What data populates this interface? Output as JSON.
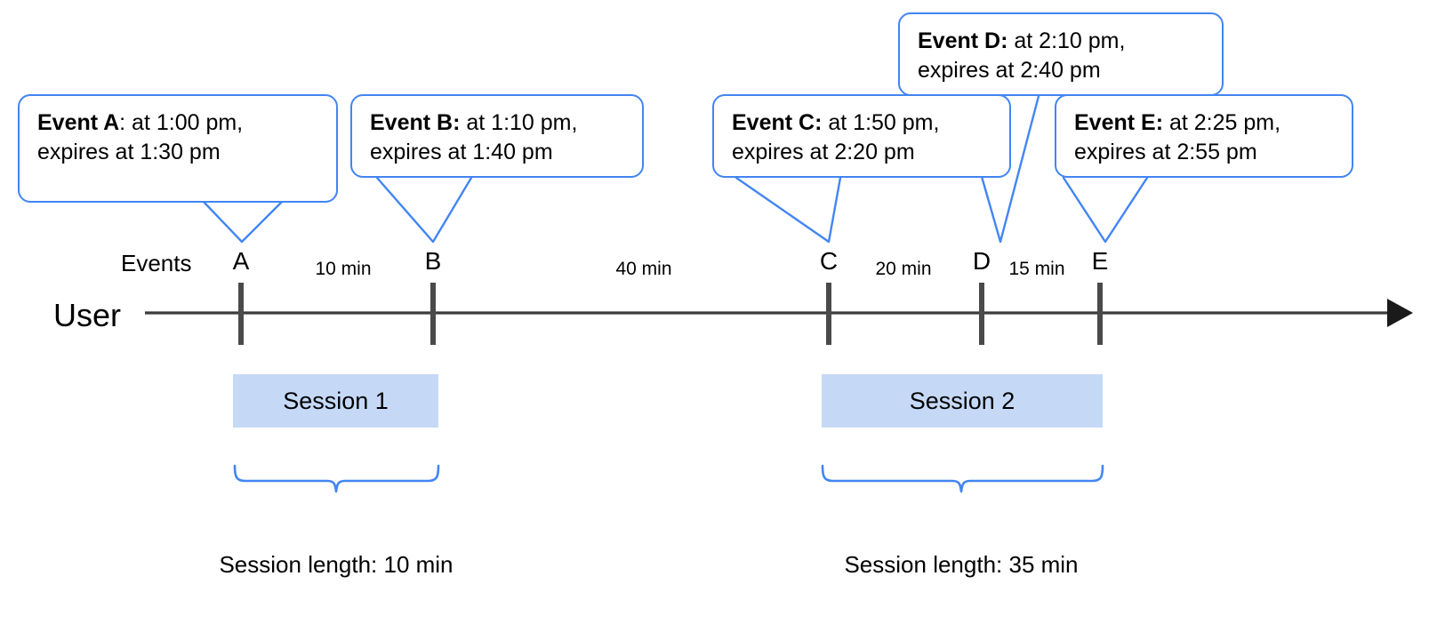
{
  "diagram": {
    "title": "User session timeline with expiring events",
    "accent_color": "#4285f4",
    "session_fill_color": "#c5d9f7",
    "axis_color": "#3c3c3c",
    "text_color": "#000000"
  },
  "axis": {
    "row_label_user": "User",
    "row_label_events": "Events"
  },
  "events": [
    {
      "key": "A",
      "tick_label": "A",
      "name": "Event A",
      "separator": ":",
      "detail": " at 1:00 pm,",
      "line2": "expires at 1:30 pm",
      "occurs_at": "1:00 pm",
      "expires_at": "1:30 pm"
    },
    {
      "key": "B",
      "tick_label": "B",
      "name": "Event B",
      "separator": ":",
      "detail": " at 1:10 pm,",
      "line2": "expires at 1:40 pm",
      "occurs_at": "1:10 pm",
      "expires_at": "1:40 pm"
    },
    {
      "key": "C",
      "tick_label": "C",
      "name": "Event C",
      "separator": ":",
      "detail": " at 1:50 pm,",
      "line2": "expires at 2:20 pm",
      "occurs_at": "1:50 pm",
      "expires_at": "2:20 pm"
    },
    {
      "key": "D",
      "tick_label": "D",
      "name": "Event D",
      "separator": ":",
      "detail": " at 2:10 pm,",
      "line2": "expires at 2:40 pm",
      "occurs_at": "2:10 pm",
      "expires_at": "2:40 pm"
    },
    {
      "key": "E",
      "tick_label": "E",
      "name": "Event E",
      "separator": ":",
      "detail": " at 2:25 pm,",
      "line2": "expires at 2:55 pm",
      "occurs_at": "2:25 pm",
      "expires_at": "2:55 pm"
    }
  ],
  "gaps": [
    {
      "from": "A",
      "to": "B",
      "label": "10 min"
    },
    {
      "from": "B",
      "to": "C",
      "label": "40 min"
    },
    {
      "from": "C",
      "to": "D",
      "label": "20 min"
    },
    {
      "from": "D",
      "to": "E",
      "label": "15 min"
    }
  ],
  "sessions": [
    {
      "label": "Session 1",
      "length_caption": "Session length: 10 min",
      "length": "10 min"
    },
    {
      "label": "Session 2",
      "length_caption": "Session length: 35 min",
      "length": "35 min"
    }
  ]
}
